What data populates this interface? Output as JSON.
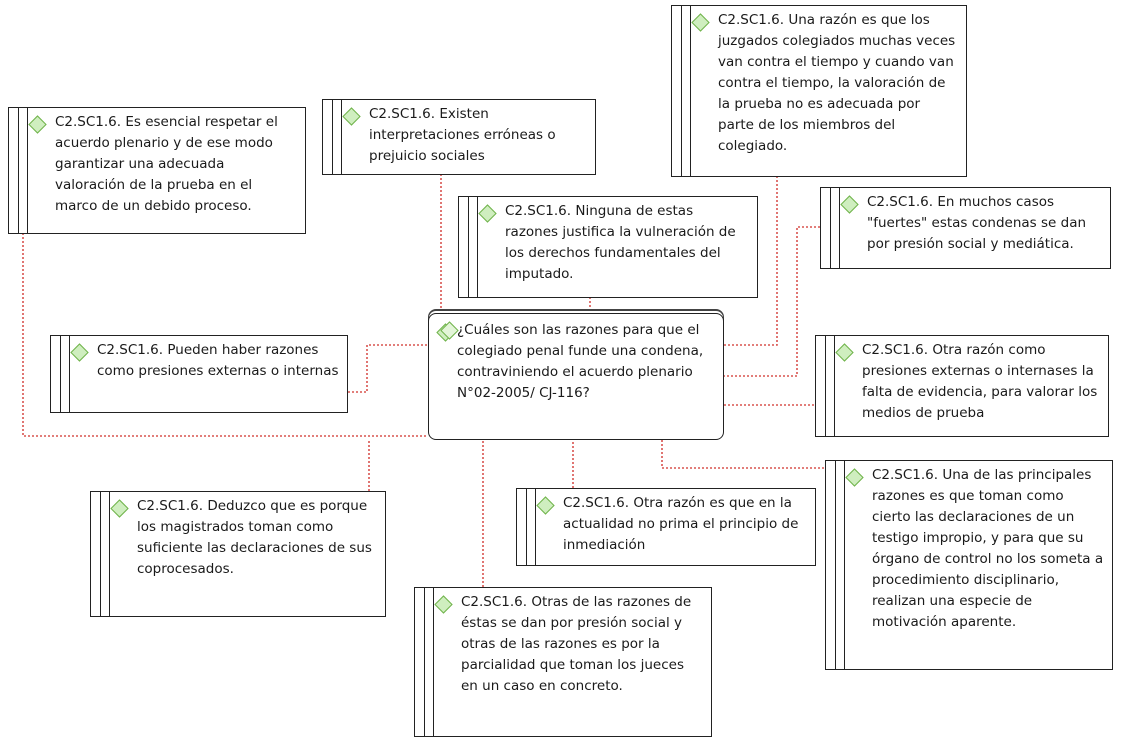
{
  "diagram": {
    "center": "¿Cuáles son las razones para que el colegiado penal funde una condena, contraviniendo el acuerdo plenario N°02-2005/ CJ-116?",
    "nodes": [
      "C2.SC1.6. Es esencial respetar el acuerdo plenario y de ese modo garantizar una adecuada valoración de la prueba en el marco de un debido proceso.",
      "C2.SC1.6. Existen interpretaciones erróneas o prejuicio sociales",
      "C2.SC1.6. Ninguna de estas razones justifica la vulneración de los derechos fundamentales del imputado.",
      "C2.SC1.6. Una razón es que los juzgados colegiados muchas veces van contra el tiempo y cuando van contra el tiempo, la valoración de la prueba no es adecuada por parte de los miembros del colegiado.",
      "C2.SC1.6. En muchos casos \"fuertes\" estas condenas se dan por presión social y mediática.",
      "C2.SC1.6. Pueden haber razones como presiones externas o internas",
      "C2.SC1.6. Otra razón como presiones externas o internases la falta de evidencia, para valorar los medios de prueba",
      "C2.SC1.6. Deduzco que es porque los magistrados toman como suficiente las declaraciones de sus coprocesados.",
      "C2.SC1.6. Otra razón es que en la actualidad no prima el principio de inmediación",
      "C2.SC1.6. Otras de las razones de éstas se dan por presión social y otras de las razones es por la parcialidad que toman los jueces en un caso en concreto.",
      "C2.SC1.6. Una de las principales razones es que toman como cierto las declaraciones de un testigo impropio, y para que su órgano de control no los someta a procedimiento disciplinario, realizan una especie de motivación aparente."
    ]
  },
  "colors": {
    "link": "#d9534f",
    "border": "#222222",
    "diamond_fill": "#cfeebf",
    "diamond_stroke": "#6fb34a"
  }
}
